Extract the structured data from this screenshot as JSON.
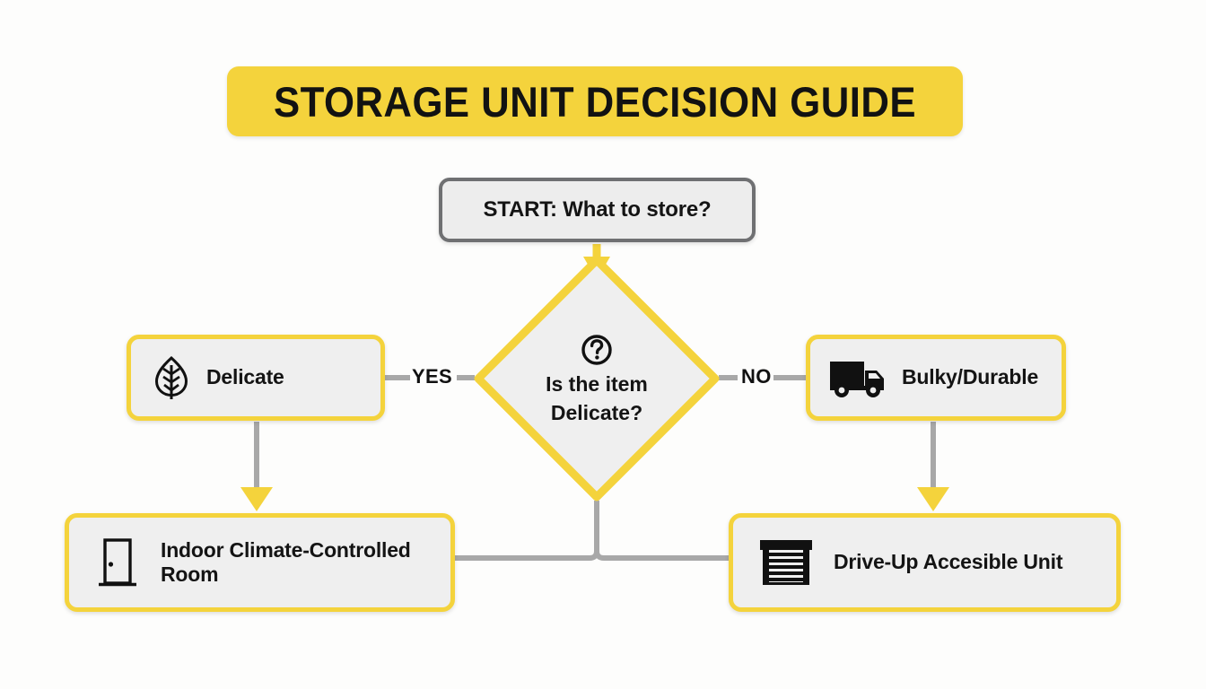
{
  "header": {
    "title": "STORAGE UNIT DECISION GUIDE"
  },
  "theme": {
    "accent_yellow": "#F4D33C",
    "node_fill": "#EFEFEF",
    "start_border_gray": "#6F7072",
    "connector_gray": "#A8A8A8",
    "text_black": "#141414",
    "background": "#FDFDFC"
  },
  "flowchart": {
    "type": "decision-flowchart",
    "nodes": [
      {
        "id": "start",
        "label": "START: What to store?",
        "shape": "rounded-rectangle",
        "style": "gray-outline",
        "icon": null
      },
      {
        "id": "decision",
        "label_line1": "Is the item",
        "label_line2": "Delicate?",
        "shape": "diamond",
        "style": "yellow-outline",
        "icon": "question-mark-circle-icon"
      },
      {
        "id": "delicate",
        "label": "Delicate",
        "shape": "rounded-rectangle",
        "style": "yellow-outline",
        "icon": "leaf-icon"
      },
      {
        "id": "bulky",
        "label": "Bulky/Durable",
        "shape": "rounded-rectangle",
        "style": "yellow-outline",
        "icon": "truck-icon"
      },
      {
        "id": "indoor",
        "label": "Indoor Climate-Controlled Room",
        "shape": "rounded-rectangle",
        "style": "yellow-outline",
        "icon": "door-icon"
      },
      {
        "id": "driveup",
        "label": "Drive-Up Accesible Unit",
        "shape": "rounded-rectangle",
        "style": "yellow-outline",
        "icon": "garage-door-icon"
      }
    ],
    "edges": [
      {
        "from": "start",
        "to": "decision",
        "label": "",
        "arrow": "yellow-down"
      },
      {
        "from": "decision",
        "to": "delicate",
        "label": "YES",
        "arrow": "none"
      },
      {
        "from": "decision",
        "to": "bulky",
        "label": "NO",
        "arrow": "none"
      },
      {
        "from": "delicate",
        "to": "indoor",
        "label": "",
        "arrow": "yellow-down"
      },
      {
        "from": "bulky",
        "to": "driveup",
        "label": "",
        "arrow": "yellow-down"
      },
      {
        "from": "decision",
        "to": "indoor",
        "label": "",
        "arrow": "none"
      },
      {
        "from": "decision",
        "to": "driveup",
        "label": "",
        "arrow": "none"
      }
    ],
    "branch_labels": {
      "yes": "YES",
      "no": "NO"
    }
  }
}
